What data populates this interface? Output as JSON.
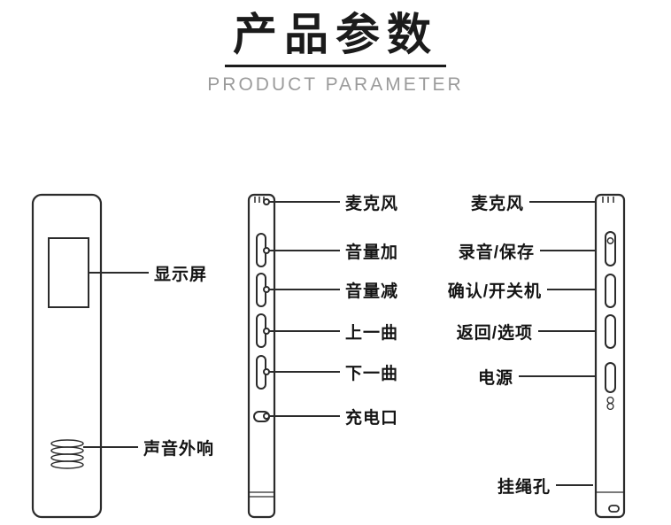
{
  "header": {
    "title": "产品参数",
    "subtitle": "PRODUCT PARAMETER"
  },
  "front_view": {
    "labels": [
      "显示屏",
      "声音外响"
    ]
  },
  "volume_side_view": {
    "labels": [
      "麦克风",
      "音量加",
      "音量减",
      "上一曲",
      "下一曲",
      "充电口"
    ]
  },
  "control_side_view": {
    "labels": [
      "麦克风",
      "录音/保存",
      "确认/开关机",
      "返回/选项",
      "电源",
      "挂绳孔"
    ]
  },
  "colors": {
    "ink": "#1b1b1b",
    "line": "#2b2b2b",
    "subtitle_gray": "#9b9b9b"
  }
}
